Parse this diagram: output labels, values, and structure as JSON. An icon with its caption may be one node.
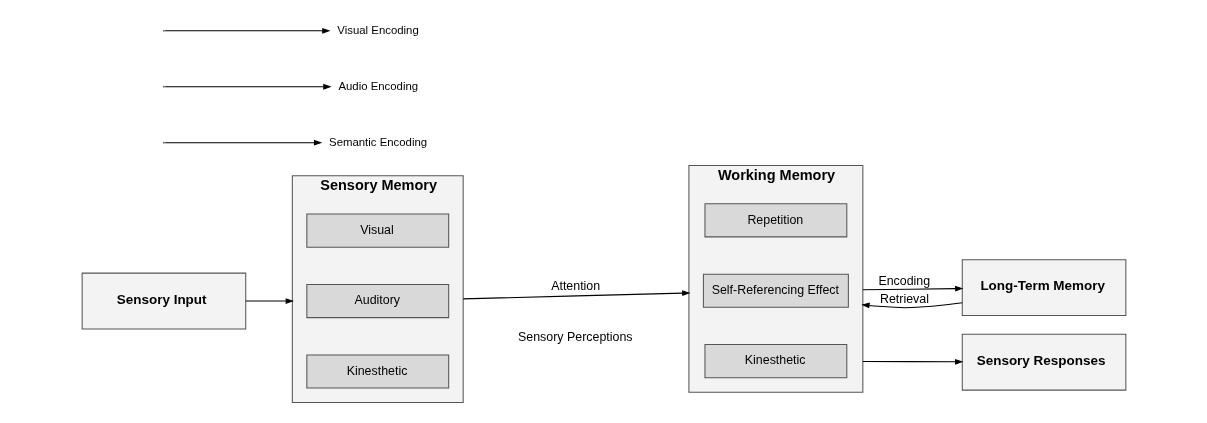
{
  "diagram": {
    "nodes": [
      {
        "text": [
          "Sensory Input"
        ]
      },
      {
        "text": [
          "Sensory Memory"
        ]
      },
      {
        "text": [
          "Visual"
        ],
        "in": 1
      },
      {
        "text": [
          "Auditory"
        ],
        "in": 1
      },
      {
        "text": [
          "Kinesthetic"
        ],
        "in": 1
      },
      {
        "text": [
          "Working Memory"
        ]
      },
      {
        "text": [
          "Repetition"
        ],
        "in": 5
      },
      {
        "text": [
          "Self-Referencing Effect"
        ],
        "in": 5
      },
      {
        "text": [
          "Kinesthetic"
        ],
        "in": 5
      },
      {
        "text": [
          "Long-Term Memory"
        ]
      },
      {
        "text": [
          "Sensory Responses"
        ]
      },
      {
        "text": [
          "Semantic Encoding"
        ]
      },
      {
        "text": [
          "Audio Encoding"
        ]
      },
      {
        "text": [
          "Visual Encoding"
        ]
      }
    ],
    "edges": [
      {
        "from": 0,
        "to": 1,
        "arrow": "to"
      },
      {
        "from": 1,
        "to": 5,
        "arrow": "to",
        "label": "Attention"
      },
      {
        "from": 5,
        "to": 9,
        "arrow": "to",
        "label": "Encoding"
      },
      {
        "from": 9,
        "to": 5,
        "arrow": "to",
        "label": "Retrieval"
      },
      {
        "from": 5,
        "to": 10,
        "arrow": "to"
      },
      {
        "from": null,
        "to": 11,
        "arrow": "to"
      },
      {
        "from": null,
        "to": 12,
        "arrow": "to"
      },
      {
        "from": null,
        "to": 13,
        "arrow": "to"
      }
    ],
    "labels": [
      "Sensory Perceptions"
    ]
  }
}
